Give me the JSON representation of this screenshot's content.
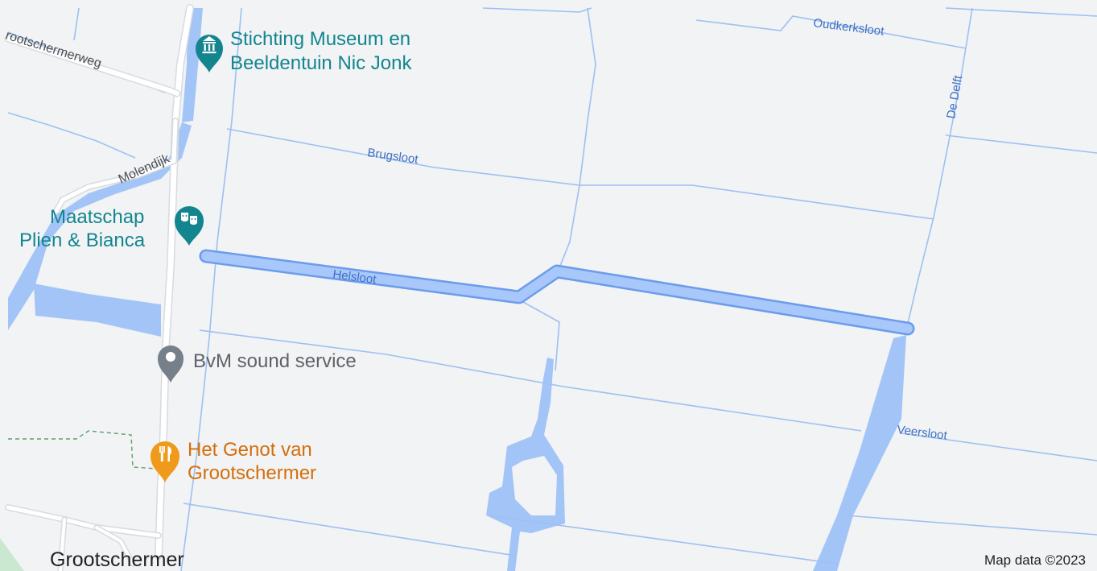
{
  "map": {
    "colors": {
      "land": "#f1f3f4",
      "water": "#a3c4f7",
      "water_line": "#9ec0f2",
      "highlight_fill": "#a8c7fa",
      "highlight_stroke": "#6b9cec",
      "road": "#ffffff",
      "road_edge": "#d7dbe0",
      "park": "#c9e8cf",
      "trail": "#5aa06e",
      "poi_teal": "#12858f",
      "poi_gray": "#76808a",
      "poi_orange": "#ef9a1a"
    },
    "water_labels": {
      "oudkerksloot": "Oudkerksloot",
      "de_delft": "De Delft",
      "brugsloot": "Brugsloot",
      "helsloot": "Helsloot",
      "veersloot": "Veersloot"
    },
    "road_labels": {
      "grootschermerweg": "rootschermerweg",
      "molendijk": "Molendijk"
    },
    "pois": {
      "museum": {
        "icon": "museum-icon",
        "line1": "Stichting Museum en",
        "line2": "Beeldentuin Nic Jonk"
      },
      "theatre": {
        "icon": "theater-masks-icon",
        "line1": "Maatschap",
        "line2": "Plien & Bianca"
      },
      "sound": {
        "icon": "location-pin-icon",
        "line1": "BvM sound service"
      },
      "restaurant": {
        "icon": "restaurant-icon",
        "line1": "Het Genot van",
        "line2": "Grootschermer"
      }
    },
    "town_label": "Grootschermer",
    "attribution": "Map data ©2023"
  }
}
